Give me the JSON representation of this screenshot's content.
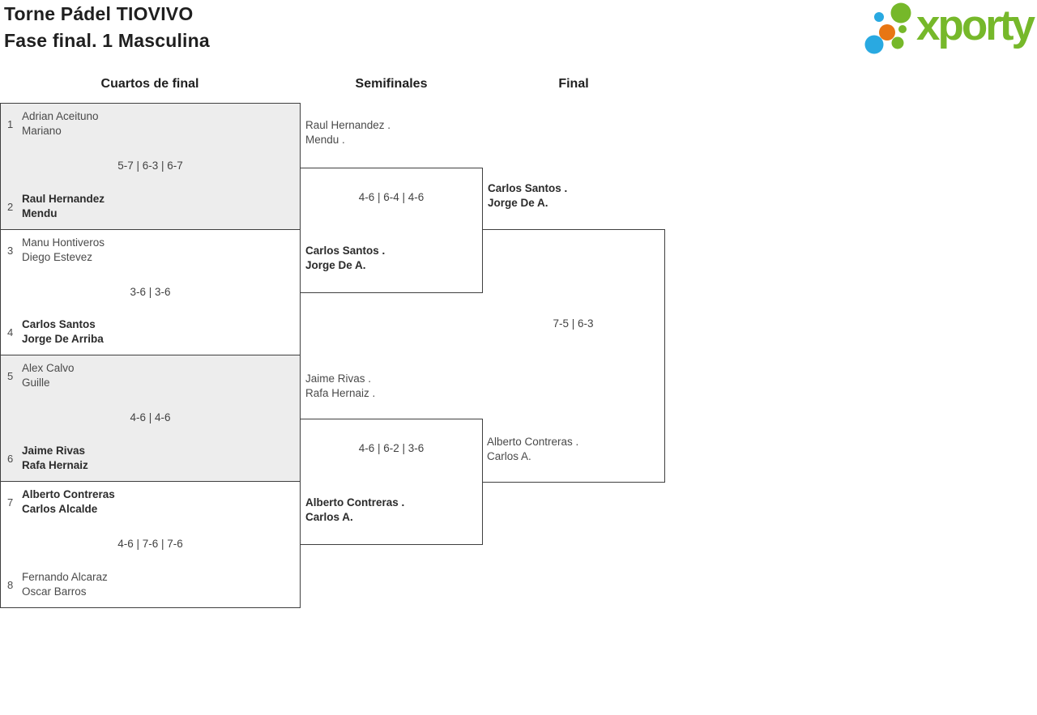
{
  "header": {
    "title_line1": "Torne Pádel TIOVIVO",
    "title_line2": "Fase final. 1 Masculina"
  },
  "logo": {
    "brand": "xporty"
  },
  "colors": {
    "brand_green": "#76b82a",
    "brand_blue": "#29a9e1",
    "brand_orange": "#e87613",
    "box_gray": "#ededed",
    "border": "#3f3f3f"
  },
  "round_headers": {
    "quarterfinals": "Cuartos de final",
    "semifinals": "Semifinales",
    "final": "Final"
  },
  "quarterfinals": [
    {
      "seed_top": "1",
      "top_line1": "Adrian Aceituno",
      "top_line2": "Mariano",
      "top_winner": false,
      "score": "5-7 | 6-3 | 6-7",
      "seed_bottom": "2",
      "bottom_line1": "Raul Hernandez",
      "bottom_line2": "Mendu",
      "bottom_winner": true
    },
    {
      "seed_top": "3",
      "top_line1": "Manu Hontiveros",
      "top_line2": "Diego Estevez",
      "top_winner": false,
      "score": "3-6 | 3-6",
      "seed_bottom": "4",
      "bottom_line1": "Carlos Santos",
      "bottom_line2": "Jorge De Arriba",
      "bottom_winner": true
    },
    {
      "seed_top": "5",
      "top_line1": "Alex Calvo",
      "top_line2": "Guille",
      "top_winner": false,
      "score": "4-6 | 4-6",
      "seed_bottom": "6",
      "bottom_line1": "Jaime Rivas",
      "bottom_line2": "Rafa Hernaiz",
      "bottom_winner": true
    },
    {
      "seed_top": "7",
      "top_line1": "Alberto Contreras",
      "top_line2": "Carlos Alcalde",
      "top_winner": true,
      "score": "4-6 | 7-6 | 7-6",
      "seed_bottom": "8",
      "bottom_line1": "Fernando Alcaraz",
      "bottom_line2": "Oscar Barros",
      "bottom_winner": false
    }
  ],
  "semifinals": [
    {
      "top_line1": "Raul Hernandez .",
      "top_line2": "Mendu .",
      "top_winner": false,
      "score": "4-6 | 6-4 | 4-6",
      "bottom_line1": "Carlos Santos .",
      "bottom_line2": "Jorge De A.",
      "bottom_winner": true
    },
    {
      "top_line1": "Jaime Rivas .",
      "top_line2": "Rafa Hernaiz .",
      "top_winner": false,
      "score": "4-6 | 6-2 | 3-6",
      "bottom_line1": "Alberto Contreras .",
      "bottom_line2": "Carlos A.",
      "bottom_winner": true
    }
  ],
  "final": {
    "top_line1": "Carlos Santos .",
    "top_line2": "Jorge De A.",
    "top_winner": true,
    "score": "7-5 | 6-3",
    "bottom_line1": "Alberto Contreras .",
    "bottom_line2": "Carlos A.",
    "bottom_winner": false
  }
}
